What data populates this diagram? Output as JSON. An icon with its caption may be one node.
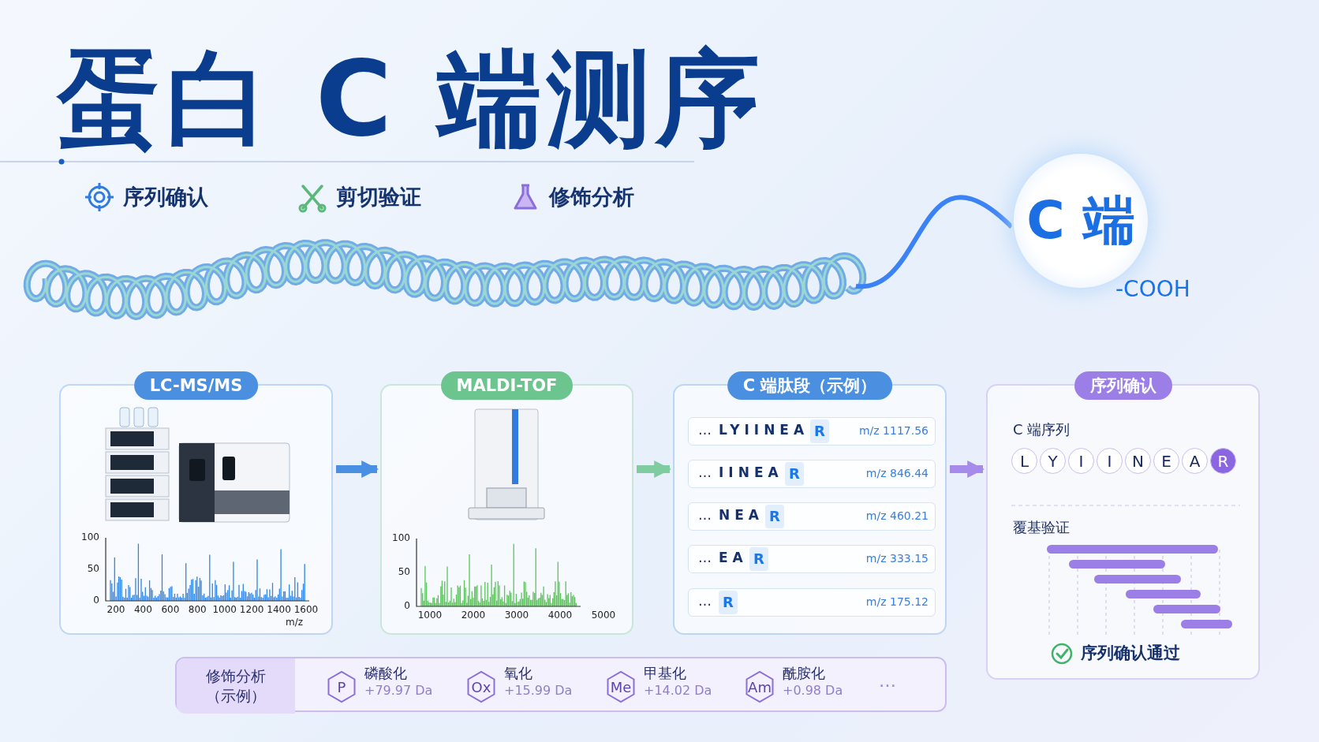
{
  "diagram": {
    "title": "蛋白 C 端测序",
    "nodes": [
      {
        "text": [],
        "shape": "picture"
      },
      {
        "text": [
          "C 端"
        ],
        "beside": [
          "-COOH"
        ]
      },
      {
        "text": [
          "LC-MS/MS"
        ]
      },
      {
        "text": [
          "MALDI-TOF"
        ]
      },
      {
        "text": [
          "C 端肽段（示例）"
        ]
      },
      {
        "text": [
          "…",
          "LYIINEA",
          "R",
          "m/z 1117.56"
        ],
        "in": 4
      },
      {
        "text": [
          "…",
          "IINEA",
          "R",
          "m/z 846.44"
        ],
        "in": 4
      },
      {
        "text": [
          "…",
          "NEA",
          "R",
          "m/z 460.21"
        ],
        "in": 4
      },
      {
        "text": [
          "…",
          "EA",
          "R",
          "m/z 333.15"
        ],
        "in": 4
      },
      {
        "text": [
          "…",
          "R",
          "m/z 175.12"
        ],
        "in": 4
      },
      {
        "text": [
          "序列确认",
          "C 端序列",
          "覆基验证",
          "序列确认通过"
        ]
      },
      {
        "text": [
          "L"
        ],
        "in": 10
      },
      {
        "text": [
          "Y"
        ],
        "in": 10
      },
      {
        "text": [
          "I"
        ],
        "in": 10
      },
      {
        "text": [
          "I"
        ],
        "in": 10
      },
      {
        "text": [
          "N"
        ],
        "in": 10
      },
      {
        "text": [
          "E"
        ],
        "in": 10
      },
      {
        "text": [
          "A"
        ],
        "in": 10
      },
      {
        "text": [
          "R"
        ],
        "in": 10
      },
      {
        "text": [
          "…"
        ]
      },
      {
        "text": [
          "修饰分析（示例）"
        ],
        "in": 19
      },
      {
        "text": [
          "P"
        ],
        "in": 19,
        "beside": [
          "磷酸化",
          "+79.97 Da"
        ]
      },
      {
        "text": [
          "Ox"
        ],
        "in": 19,
        "beside": [
          "氧化",
          "+15.99 Da"
        ]
      },
      {
        "text": [
          "Me"
        ],
        "in": 19,
        "beside": [
          "甲基化",
          "+14.02 Da"
        ]
      },
      {
        "text": [
          "Am"
        ],
        "in": 19,
        "beside": [
          "酰胺化",
          "+0.98 Da"
        ]
      }
    ],
    "edges": [
      {
        "from": 0,
        "to": 1,
        "arrow": "none",
        "color": "#3b82f6"
      },
      {
        "from": 2,
        "to": 3,
        "arrow": "to",
        "color": "#4a90e2"
      },
      {
        "from": 3,
        "to": 4,
        "arrow": "to",
        "color": "#7fcca0"
      },
      {
        "from": 4,
        "to": 10,
        "arrow": "to",
        "color": "#a78bea"
      }
    ],
    "labels": [
      "序列确认",
      "剪切验证",
      "修饰分析",
      "100",
      "50",
      "0",
      "200",
      "400",
      "600",
      "800",
      "1000",
      "1200",
      "1400",
      "1600",
      "m/z",
      "100",
      "50",
      "0",
      "1000",
      "2000",
      "3000",
      "4000",
      "5000"
    ]
  }
}
